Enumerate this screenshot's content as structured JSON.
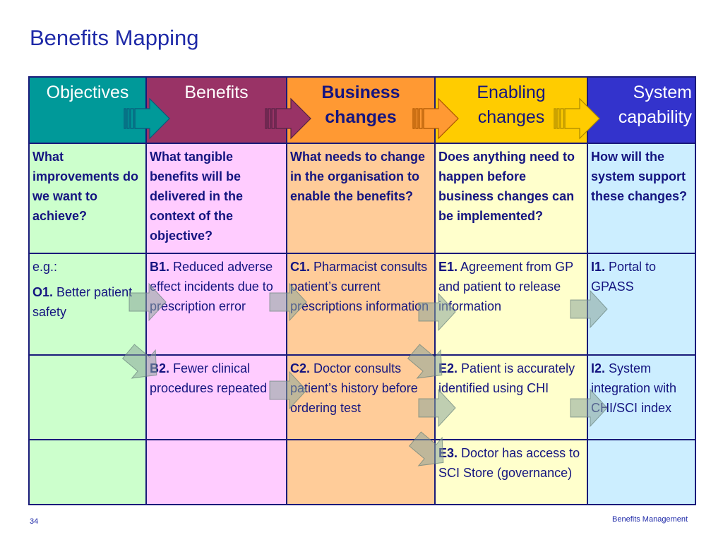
{
  "title": "Benefits Mapping",
  "colors": {
    "objectives": "#009999",
    "benefits": "#993366",
    "business": "#ff9933",
    "enabling": "#ffcc00",
    "system": "#3333cc",
    "objectives_bg": "#ccffcc",
    "benefits_bg": "#ffccff",
    "business_bg": "#ffcc99",
    "enabling_bg": "#ffffcc",
    "system_bg": "#cceeff"
  },
  "headers": {
    "objectives": "Objectives",
    "benefits": "Benefits",
    "business": "Business changes",
    "enabling": "Enabling changes",
    "system": "System capability"
  },
  "questions": {
    "objectives": "What improvements do we want to achieve?",
    "benefits": "What tangible benefits will be delivered in the context of the objective?",
    "business": "What needs to change in the organisation to enable the benefits?",
    "enabling": "Does anything need to happen before business changes can be implemented?",
    "system": "How will the system support these changes?"
  },
  "rows": {
    "eg": "e.g.:",
    "o1_code": "O1.",
    "o1_text": "Better patient safety",
    "b1_code": "B1.",
    "b1_text": "Reduced adverse effect incidents due to prescription error",
    "c1_code": "C1.",
    "c1_text": "Pharmacist consults patient’s current prescriptions information",
    "e1_code": "E1.",
    "e1_text": "Agreement from GP and patient to release information",
    "i1_code": "I1.",
    "i1_text": "Portal to GPASS",
    "b2_code": "B2.",
    "b2_text": "Fewer clinical procedures repeated",
    "c2_code": "C2.",
    "c2_text": "Doctor consults patient’s history before ordering test",
    "e2_code": "E2.",
    "e2_text": "Patient is accurately identified using CHI",
    "i2_code": "I2.",
    "i2_text": "System integration with CHI/SCI index",
    "e3_code": "E3.",
    "e3_text": "Doctor has access to SCI Store (governance)"
  },
  "footer": {
    "page_number": "34",
    "label": "Benefits Management"
  }
}
